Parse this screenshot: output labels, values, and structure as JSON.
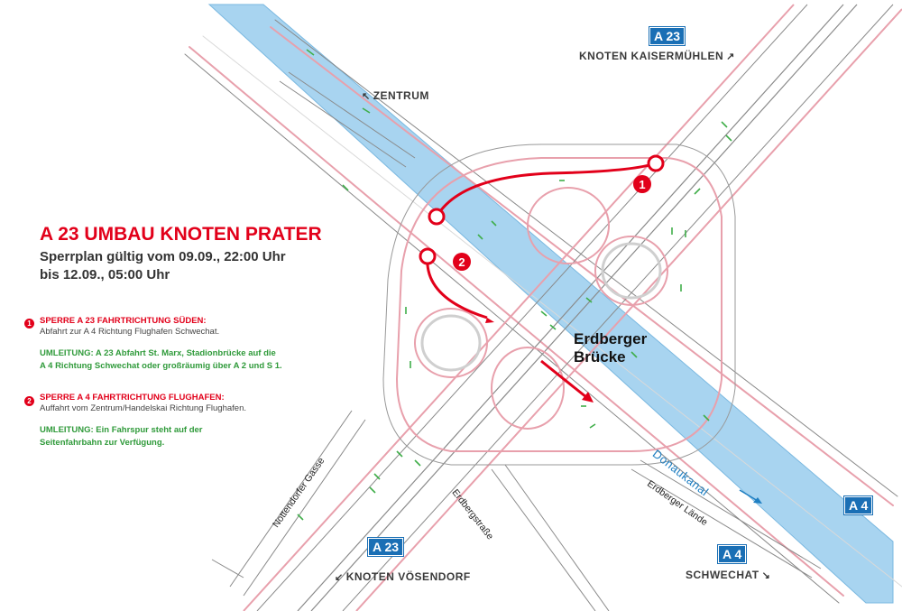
{
  "map": {
    "title": "A 23 UMBAU KNOTEN PRATER",
    "subtitle_line1": "Sperrplan gültig vom 09.09., 22:00 Uhr",
    "subtitle_line2": "bis 12.09., 05:00 Uhr",
    "closures": [
      {
        "number": "1",
        "heading": "SPERRE A 23 FAHRTRICHTUNG SÜDEN:",
        "detail": "Abfahrt zur A 4 Richtung Flughafen Schwechat.",
        "detour_line1": "UMLEITUNG: A 23 Abfahrt St. Marx, Stadionbrücke auf die",
        "detour_line2": "A 4 Richtung Schwechat oder großräumig über A 2 und S 1."
      },
      {
        "number": "2",
        "heading": "SPERRE A 4 FAHRTRICHTUNG FLUGHAFEN:",
        "detail": "Auffahrt vom Zentrum/Handelskai Richtung Flughafen.",
        "detour_line1": "UMLEITUNG: Ein Fahrspur steht auf der",
        "detour_line2": "Seitenfahrbahn zur Verfügung."
      }
    ],
    "directions": {
      "top_right": "KNOTEN KAISERMÜHLEN",
      "top_left": "ZENTRUM",
      "bottom_left": "KNOTEN VÖSENDORF",
      "bottom_right": "SCHWECHAT"
    },
    "shields": {
      "a23_top": "A 23",
      "a23_bottom": "A 23",
      "a4_right": "A 4",
      "a4_bottom": "A 4"
    },
    "places": {
      "bridge_line1": "Erdberger",
      "bridge_line2": "Brücke",
      "canal": "Donaukanal",
      "street_nottendorfer": "Nottendorfer Gasse",
      "street_erdberg": "Erdbergstraße",
      "street_laende": "Erdberger Lände"
    },
    "marker_labels": [
      "1",
      "2"
    ],
    "colors": {
      "closure_red": "#e2001a",
      "detour_green": "#2f9a3a",
      "water_blue": "#a8d4f0",
      "shield_blue": "#1a6fb5",
      "road_pink": "#e08a9a"
    }
  }
}
